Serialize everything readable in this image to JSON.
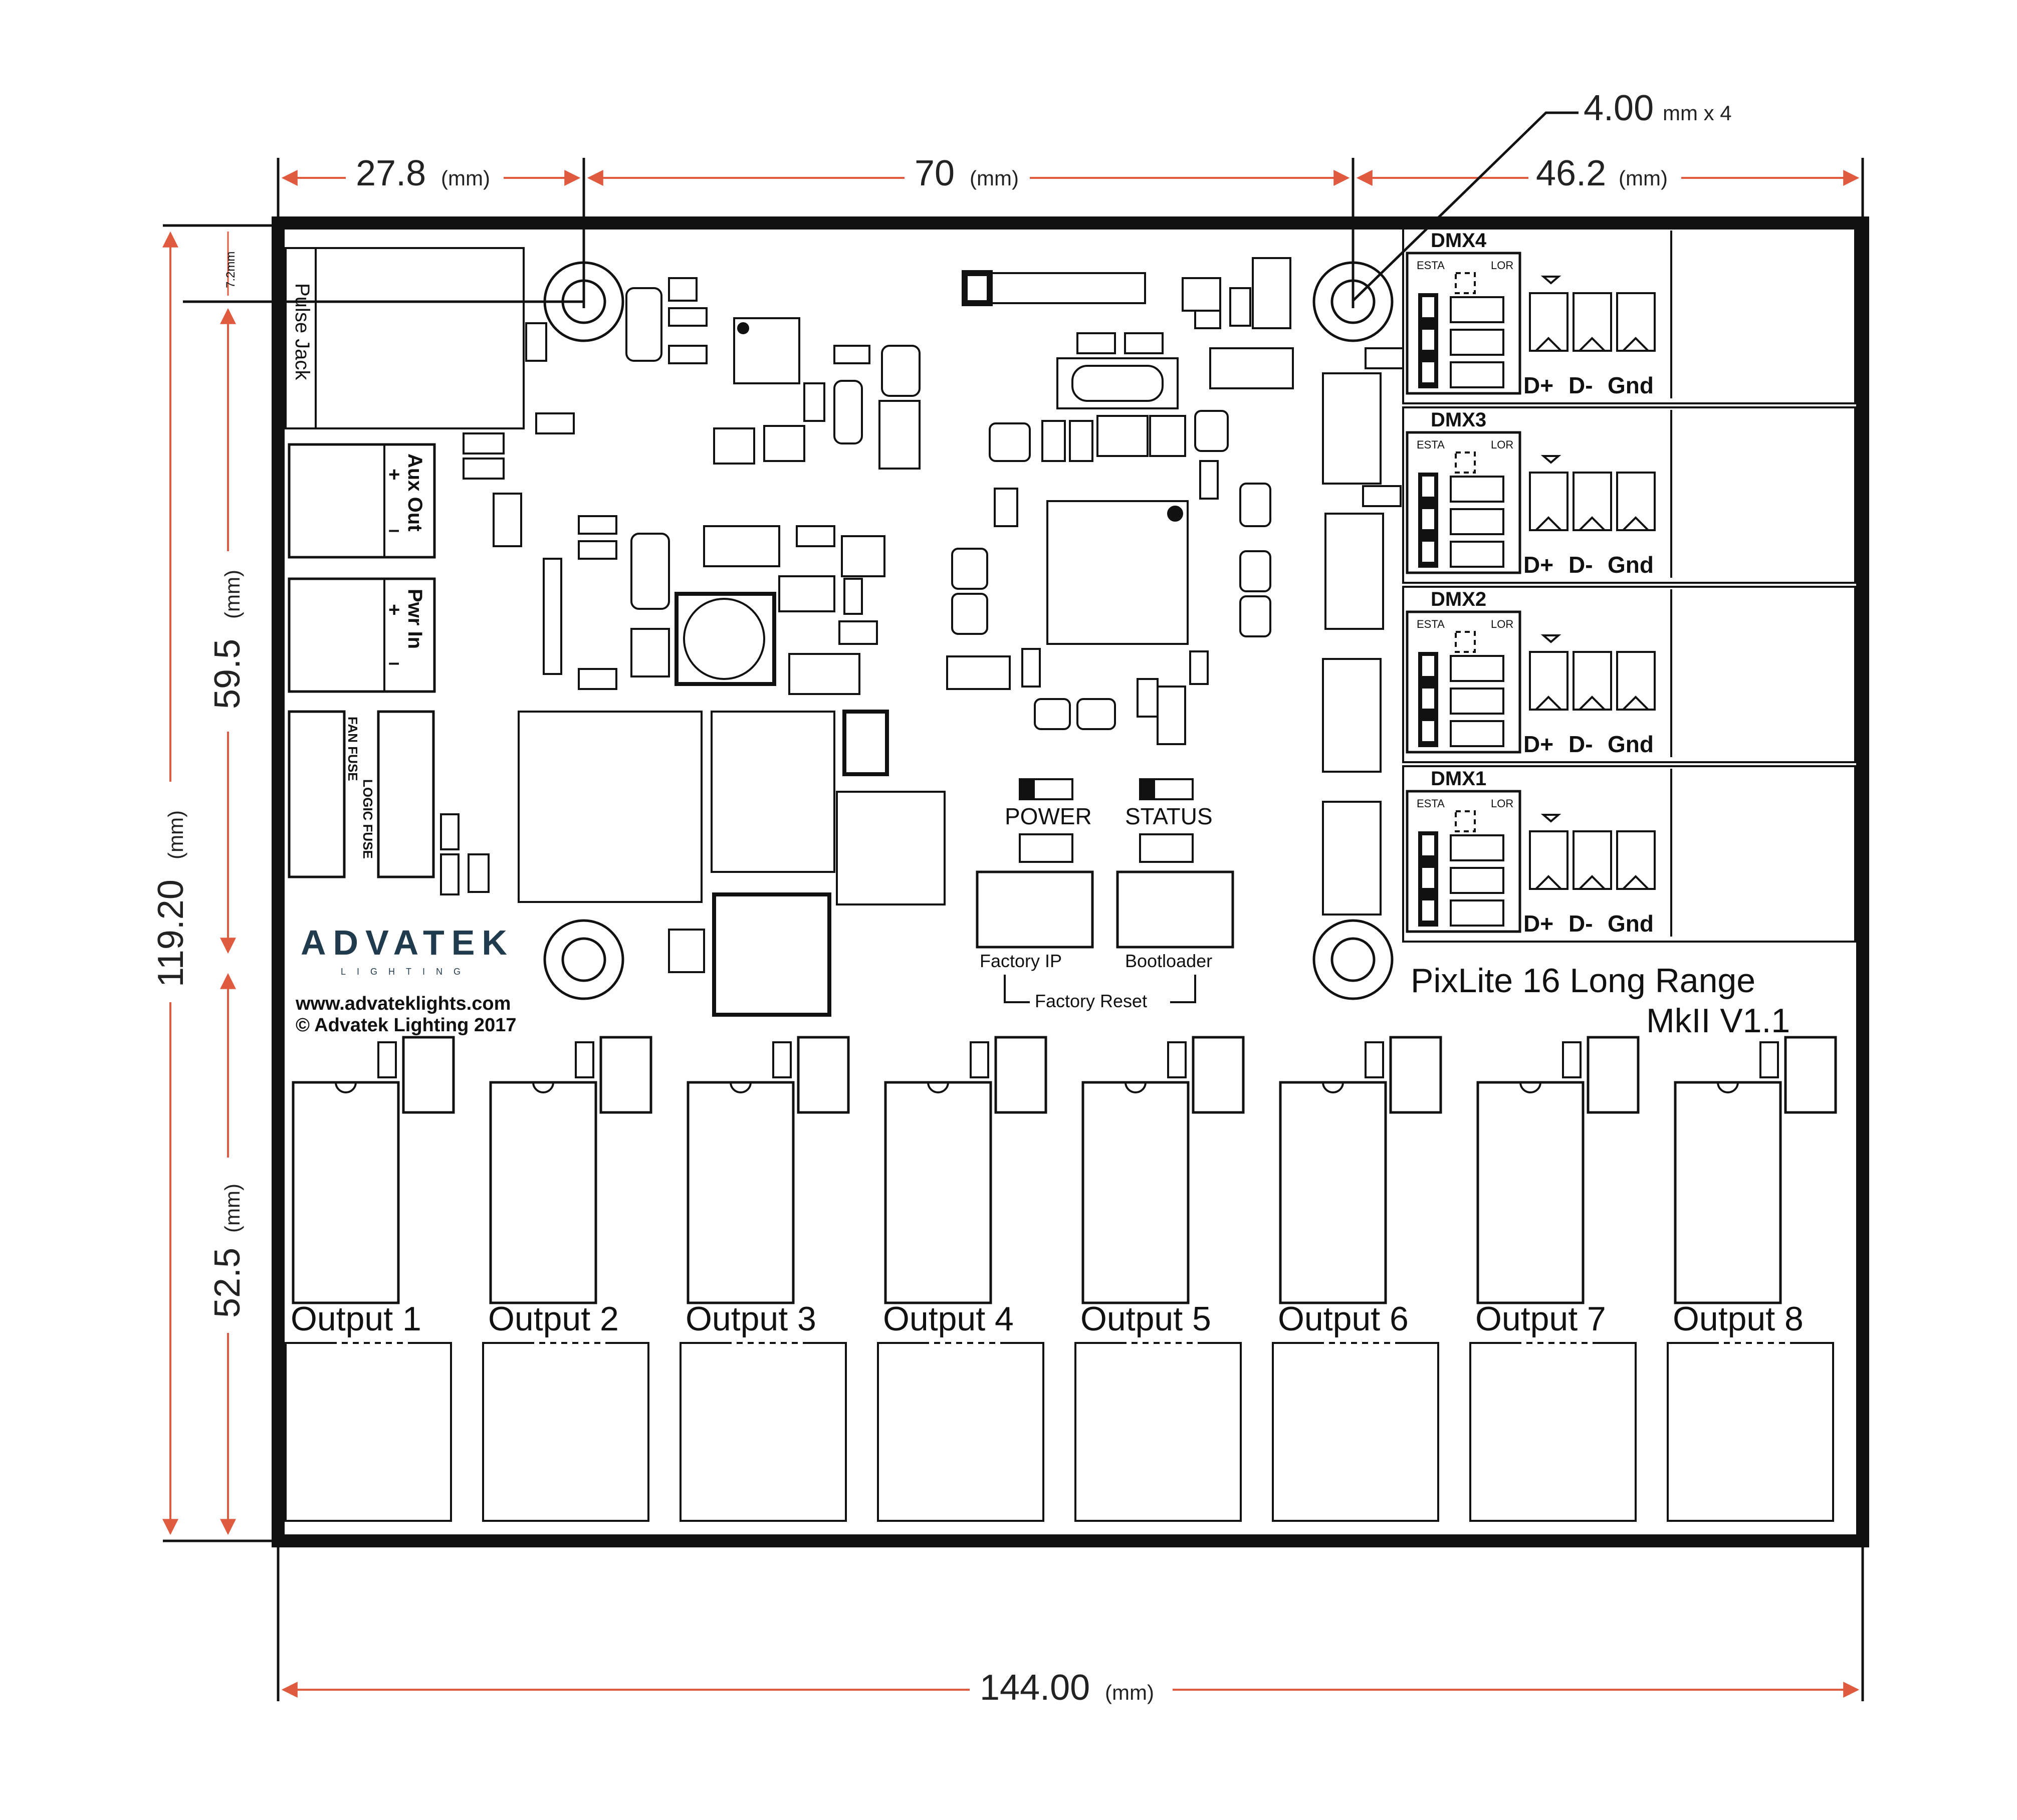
{
  "dimensions": {
    "unit": "(mm)",
    "left_offset": "27.8",
    "hole_spacing": "70",
    "right_offset": "46.2",
    "hole_diameter": "4.00",
    "hole_diameter_unit": "mm x 4",
    "top_hole_offset": "7.2mm",
    "vertical_upper": "59.5",
    "vertical_lower": "52.5",
    "total_height": "119.20",
    "total_width": "144.00"
  },
  "board": {
    "model_line1": "PixLite 16 Long Range",
    "model_line2": "MkII V1.1",
    "brand": "ADVATEK",
    "brand_sub": "LIGHTING",
    "website": "www.advateklights.com",
    "copyright": "© Advatek Lighting 2017",
    "pulse_jack": "Pulse Jack",
    "aux_out": "Aux Out",
    "pwr_in": "Pwr In",
    "plus": "+",
    "minus": "–",
    "fan_fuse": "FAN FUSE",
    "logic_fuse": "LOGIC FUSE",
    "power_led": "POWER",
    "status_led": "STATUS",
    "factory_ip": "Factory IP",
    "bootloader": "Bootloader",
    "factory_reset": "Factory Reset"
  },
  "dmx_ports": [
    {
      "name": "DMX4",
      "esta": "ESTA",
      "lor": "LOR",
      "dplus": "D+",
      "dminus": "D-",
      "gnd": "Gnd"
    },
    {
      "name": "DMX3",
      "esta": "ESTA",
      "lor": "LOR",
      "dplus": "D+",
      "dminus": "D-",
      "gnd": "Gnd"
    },
    {
      "name": "DMX2",
      "esta": "ESTA",
      "lor": "LOR",
      "dplus": "D+",
      "dminus": "D-",
      "gnd": "Gnd"
    },
    {
      "name": "DMX1",
      "esta": "ESTA",
      "lor": "LOR",
      "dplus": "D+",
      "dminus": "D-",
      "gnd": "Gnd"
    }
  ],
  "outputs": [
    "Output 1",
    "Output 2",
    "Output 3",
    "Output 4",
    "Output 5",
    "Output 6",
    "Output 7",
    "Output 8"
  ],
  "colors": {
    "dimension_line": "#e05a3f",
    "outline": "#111111",
    "brand": "#1f3b4d"
  }
}
